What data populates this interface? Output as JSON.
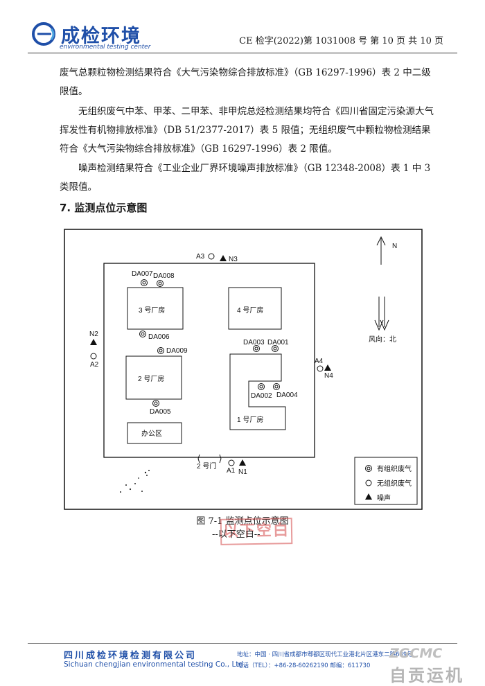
{
  "header": {
    "logo_name": "成检环境",
    "logo_tagline": "environmental testing center",
    "doc_ref": "CE 检字(2022)第 1031008 号 第 10 页 共 10 页"
  },
  "body": {
    "paragraphs": [
      "废气总颗粒物检测结果符合《大气污染物综合排放标准》（GB 16297-1996）表 2 中二级限值。",
      "无组织废气中苯、甲苯、二甲苯、非甲烷总烃检测结果均符合《四川省固定污染源大气挥发性有机物排放标准》（DB 51/2377-2017）表 5 限值；无组织废气中颗粒物检测结果符合《大气污染物综合排放标准》（GB 16297-1996）表 2 限值。",
      "噪声检测结果符合《工业企业厂界环境噪声排放标准》（GB 12348-2008）表 1 中 3 类限值。"
    ],
    "section_title": "7. 监测点位示意图"
  },
  "diagram": {
    "north_label": "N",
    "wind_label": "风向：北",
    "buildings": {
      "b3": "3 号厂房",
      "b4": "4 号厂房",
      "b2": "2 号厂房",
      "b1": "1 号厂房",
      "office": "办公区"
    },
    "gate_label": "2 号门",
    "points": {
      "DA007": "DA007",
      "DA008": "DA008",
      "DA006": "DA006",
      "DA009": "DA009",
      "DA005": "DA005",
      "DA003": "DA003",
      "DA001": "DA001",
      "DA002": "DA002",
      "DA004": "DA004",
      "A1": "A1",
      "A2": "A2",
      "A3": "A3",
      "A4": "A4",
      "N1": "N1",
      "N2": "N2",
      "N3": "N3",
      "N4": "N4"
    },
    "legend": {
      "organized": "有组织废气",
      "unorganized": "无组织废气",
      "noise": "噪声"
    }
  },
  "figure_caption": "图 7-1  监测点位示意图",
  "blank_note": "--以下空白--",
  "stamp_text": "以下空白",
  "footer": {
    "company_cn": "四川成检环境检测有限公司",
    "company_en": "Sichuan chengjian environmental testing Co., Ltd.",
    "address": "地址：中国 · 四川省成都市郫都区现代工业港北片区港东二路639号",
    "phone": "电话（TEL）：+86-28-60262190    邮编：611730"
  },
  "watermark": {
    "en": "ZGCMC",
    "cn": "自贡运机"
  },
  "colors": {
    "brand": "#1f4fa8",
    "stamp": "#d54a4a"
  }
}
